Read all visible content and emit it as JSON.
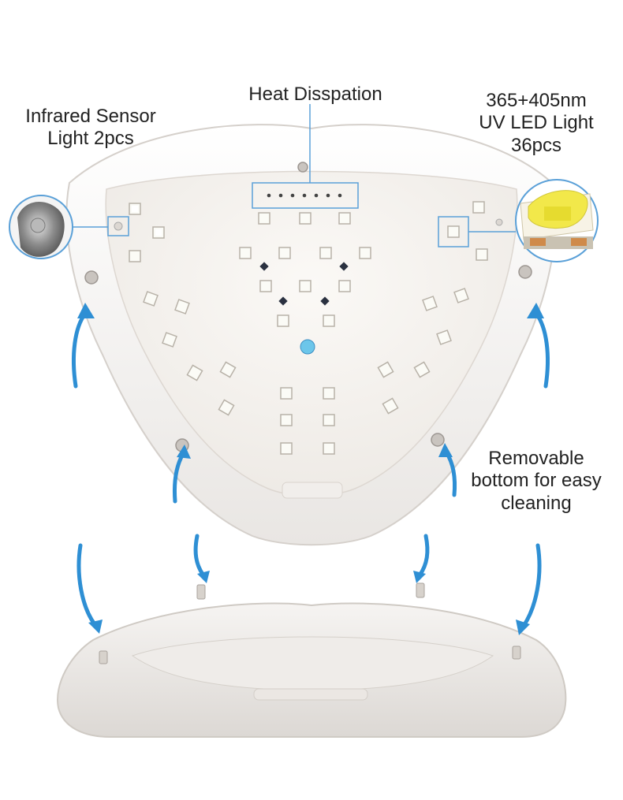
{
  "callouts": {
    "infrared_sensor": {
      "line1": "Infrared Sensor",
      "line2": "Light 2pcs"
    },
    "heat": {
      "text": "Heat Disspation"
    },
    "uv_led": {
      "line1": "365+405nm",
      "line2": "UV LED Light",
      "line3": "36pcs"
    },
    "removable": {
      "line1": "Removable",
      "line2": "bottom for easy",
      "line3": "cleaning"
    }
  },
  "colors": {
    "arrow_blue": "#2e8fd4",
    "callout_line": "#5aa0d8",
    "led_yellow": "#f2e84a",
    "body_white": "#f7f5f3"
  }
}
